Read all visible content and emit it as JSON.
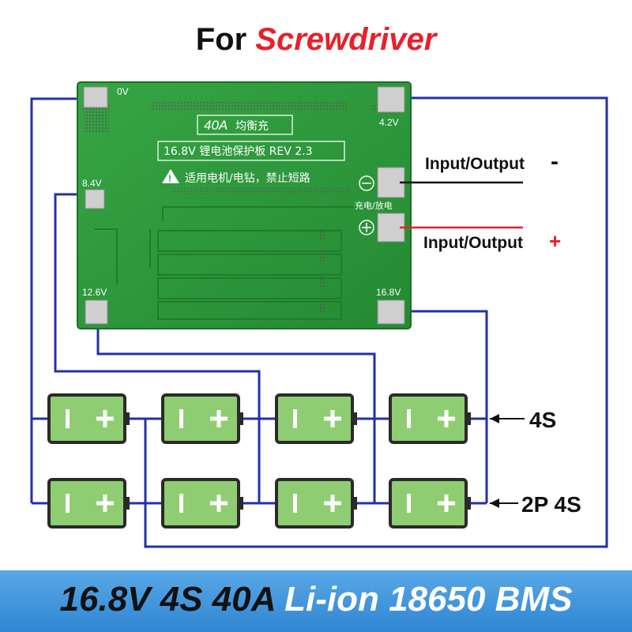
{
  "title": {
    "prefix": "For",
    "accent": "Screwdriver"
  },
  "board": {
    "capacity_label": "40A",
    "balance_label": "均衡充",
    "spec_label": "16.8V 锂电池保护板 REV 2.3",
    "warning_label": "适用电机/电钻，禁止短路",
    "charge_discharge_label": "充电/放电",
    "pads": {
      "v0": "0V",
      "v42": "4.2V",
      "v84": "8.4V",
      "v126": "12.6V",
      "v168": "16.8V"
    }
  },
  "io": {
    "negative_label": "Input/Output",
    "negative_sign": "-",
    "positive_label": "Input/Output",
    "positive_sign": "+"
  },
  "batteries": {
    "minus_sign": "−",
    "plus_sign": "+"
  },
  "config_labels": {
    "row1": "4S",
    "row2": "2P 4S"
  },
  "footer": {
    "part1": "16.8V 4S 40A",
    "part2": "Li-ion 18650 BMS"
  },
  "colors": {
    "wire": "#2231a8",
    "board_green": "#2f9a3b",
    "battery_green": "#8fcd72",
    "accent_red": "#e8202a",
    "footer_blue": "#3b93dc"
  }
}
